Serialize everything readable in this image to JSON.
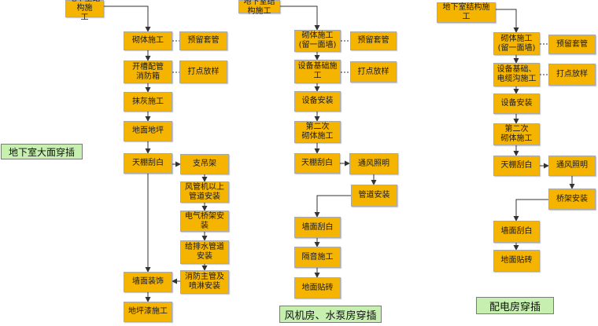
{
  "colors": {
    "box_fill": "#f5b400",
    "label_fill": "#c6efb0",
    "connector": "#333333"
  },
  "section_labels": {
    "basement": "地下室大面穿插",
    "fan_pump_room": "风机房、水泵房穿插",
    "power_room": "配电房穿插"
  },
  "basement": {
    "start": "地下室结构施\n工",
    "masonry": "砌体施工",
    "embed_sleeve": "预留套管",
    "slot_piping": "开槽配管\n消防箱",
    "point_layout": "打点放样",
    "plastering": "抹灰施工",
    "floor_screed": "地面地坪",
    "ceiling_scraping": "天棚刮白",
    "hanger_bracket": "支吊架",
    "air_duct": "风管机以上\n管道安装",
    "cable_tray": "电气桥架安\n装",
    "water_pipe": "给排水管道\n安装",
    "fire_sprinkler": "消防主管及\n喷淋安装",
    "wall_decoration": "墙面装饰",
    "floor_paint": "地坪漆施工"
  },
  "fan_pump_room": {
    "start": "地下室结构施工",
    "masonry": "砌体施工\n(留一面墙)",
    "embed_sleeve": "预留套管",
    "equipment_base": "设备基础施\n工",
    "point_layout": "打点放样",
    "equipment_install": "设备安装",
    "second_masonry": "第二次\n砌体施工",
    "ceiling_scraping": "天棚刮白",
    "ventilation_lighting": "通风照明",
    "pipe_install": "管道安装",
    "wall_scraping": "墙面刮白",
    "soundproofing": "隔音施工",
    "floor_tiling": "地面贴砖"
  },
  "power_room": {
    "start": "地下室结构施\n工",
    "masonry": "砌体施工\n(留一面墙)",
    "embed_sleeve": "预留套管",
    "equipment_base": "设备基础、\n电缆沟施工",
    "point_layout": "打点放样",
    "equipment_install": "设备安装",
    "second_masonry": "第二次\n砌体施工",
    "ceiling_scraping": "天棚刮白",
    "ventilation_lighting": "通风照明",
    "cable_tray": "桥架安装",
    "wall_scraping": "墙面刮白",
    "floor_tiling": "地面贴砖"
  }
}
